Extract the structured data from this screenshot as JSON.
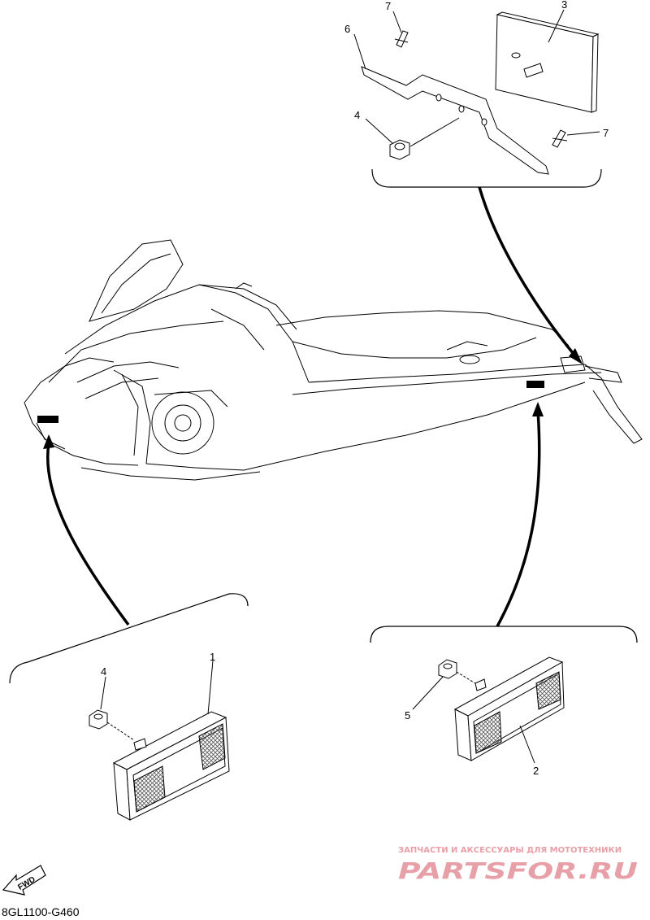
{
  "diagram_code": "8GL1100-G460",
  "fwd_label": "FWD",
  "callouts": {
    "top_3": "3",
    "top_4": "4",
    "top_6": "6",
    "top_7a": "7",
    "top_7b": "7",
    "left_1": "1",
    "left_4": "4",
    "right_2": "2",
    "right_5": "5"
  },
  "watermark": {
    "tagline": "ЗАПЧАСТИ И АКСЕССУАРЫ ДЛЯ МОТОТЕХНИКИ",
    "brand": "PARTSFOR.RU",
    "color": "#e8a0a8"
  },
  "colors": {
    "line": "#000000",
    "background": "#ffffff"
  }
}
